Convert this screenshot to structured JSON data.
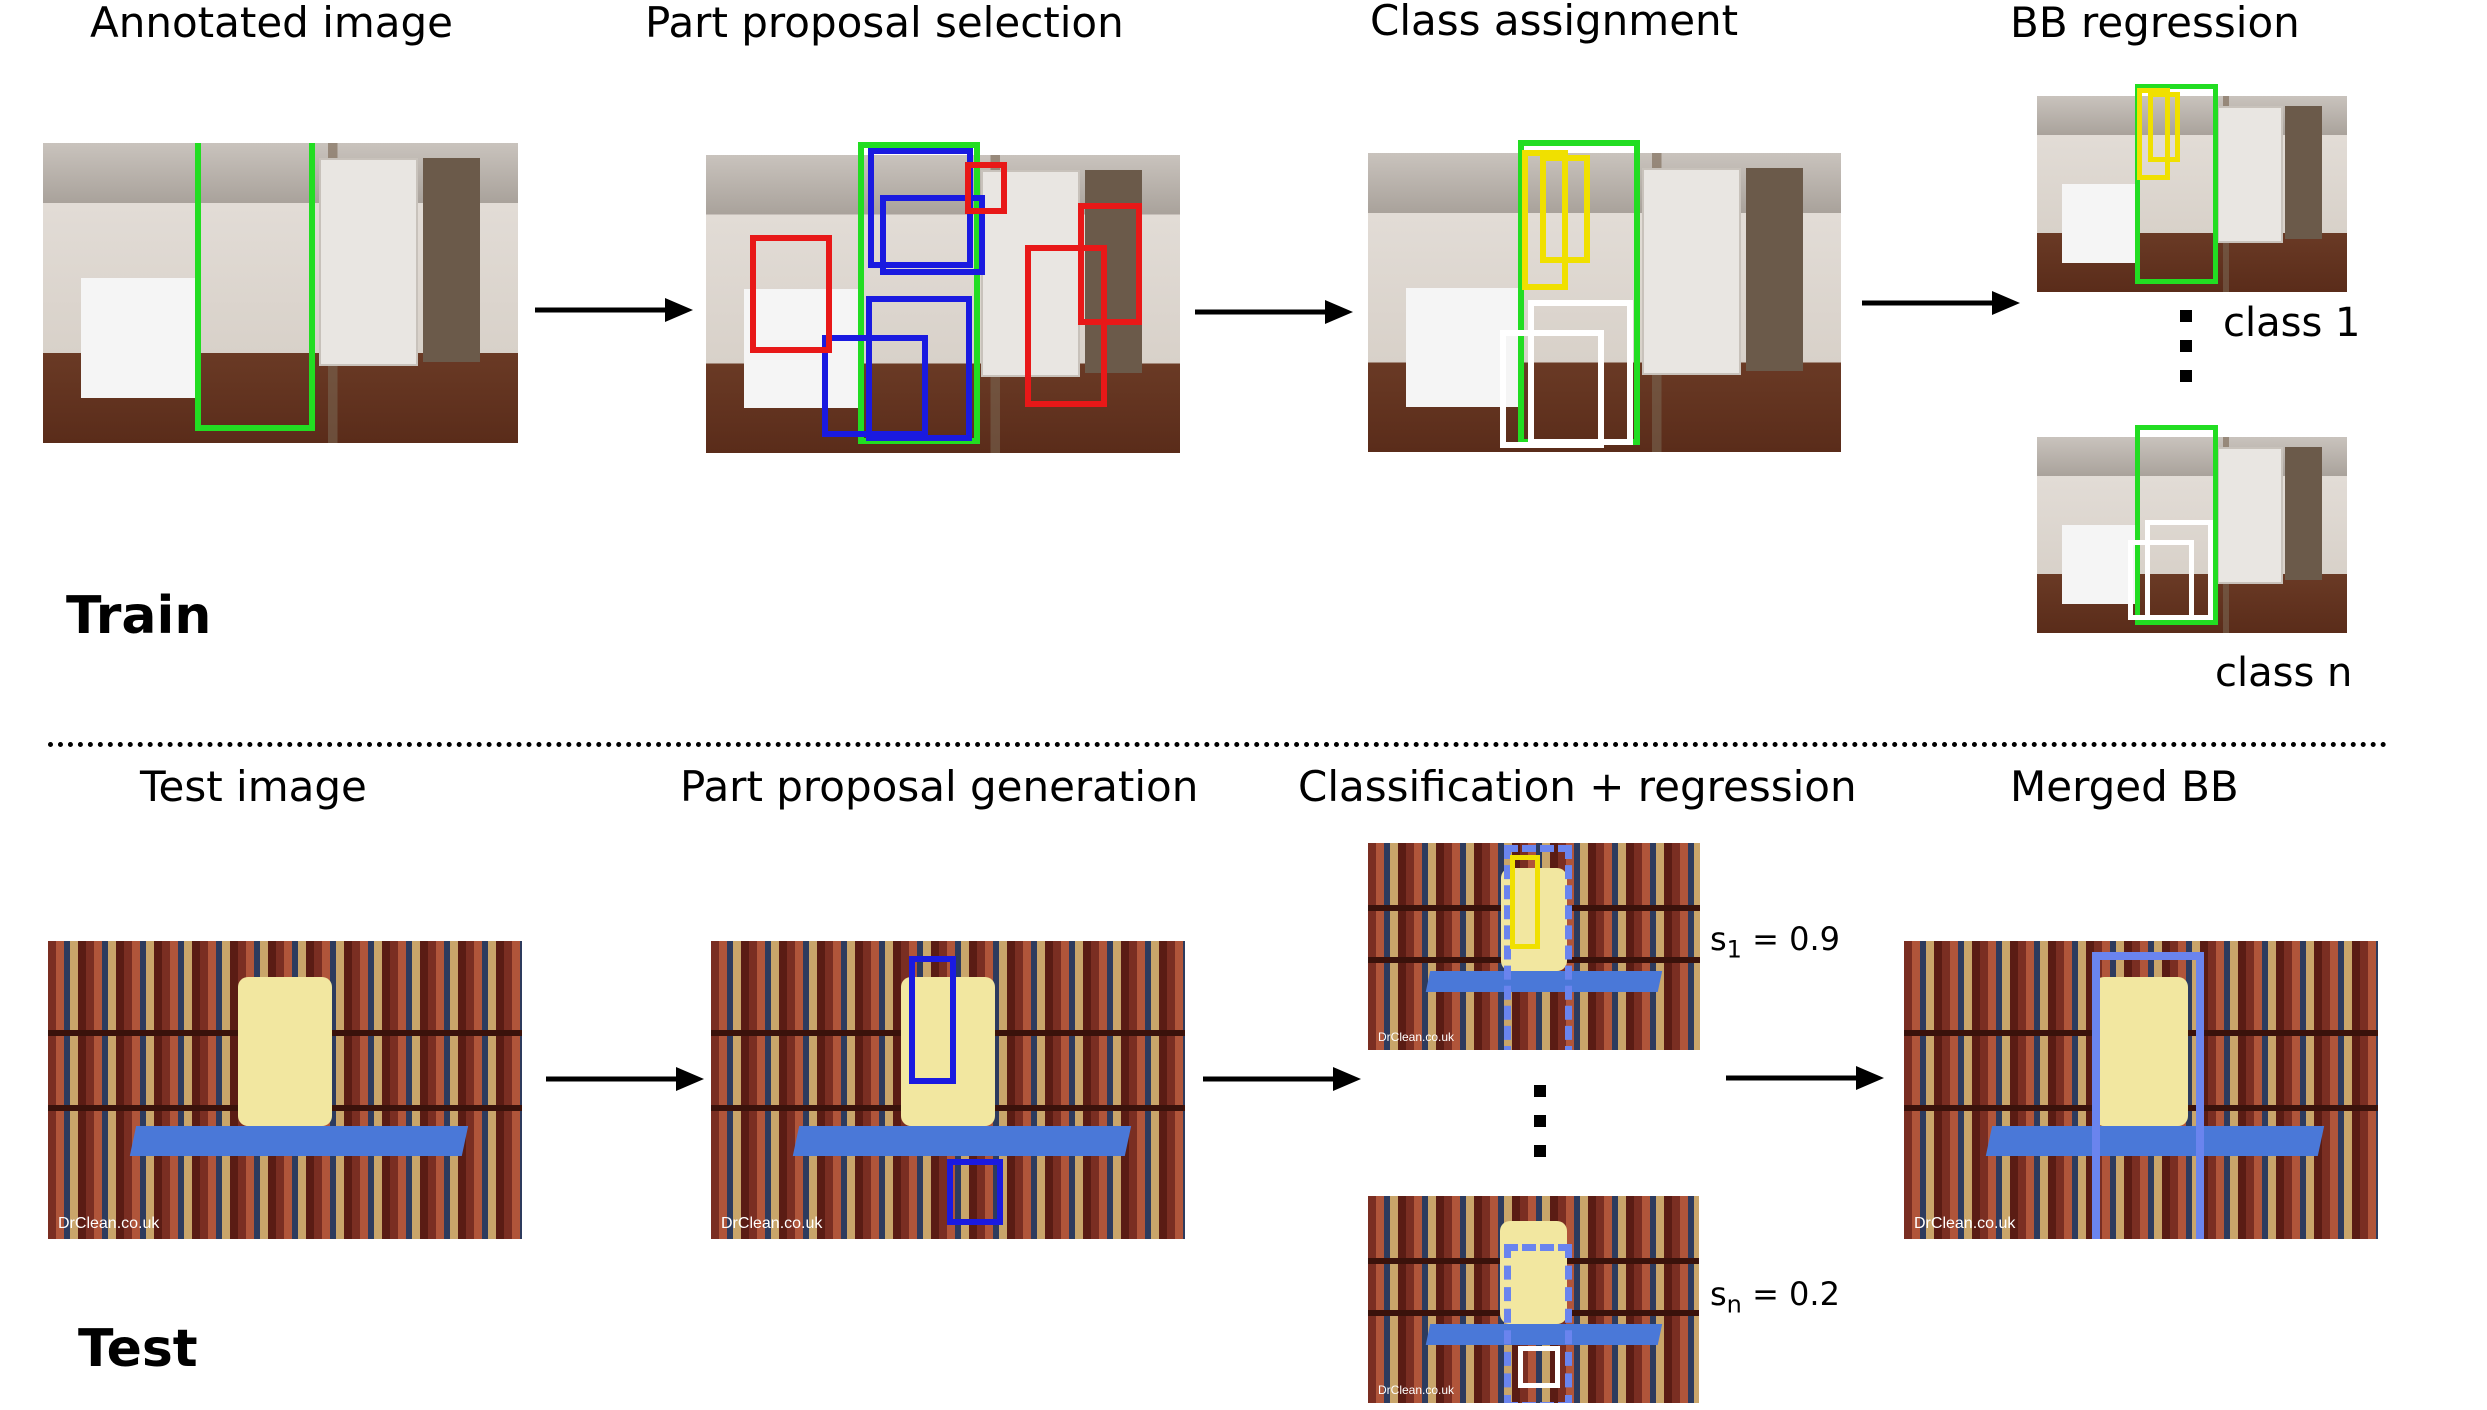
{
  "colors": {
    "gt_green": "#22dd22",
    "proposal_blue": "#1a1ae0",
    "proposal_red": "#e81818",
    "class_yellow": "#f0e000",
    "class_white": "#ffffff",
    "merged_blue": "#6a84ee"
  },
  "train": {
    "section_label": "Train",
    "titles": {
      "annotated": "Annotated image",
      "proposal_selection": "Part proposal selection",
      "class_assignment": "Class assignment",
      "bb_regression": "BB regression"
    },
    "class_labels": {
      "first": "class 1",
      "last": "class n"
    }
  },
  "test": {
    "section_label": "Test",
    "titles": {
      "test_image": "Test image",
      "proposal_generation": "Part proposal generation",
      "classification": "Classification + regression",
      "merged": "Merged BB"
    },
    "scores": {
      "s1_var": "s",
      "s1_sub": "1",
      "s1_val": " = 0.9",
      "sn_var": "s",
      "sn_sub": "n",
      "sn_val": " = 0.2"
    },
    "watermark": "DrClean.co.uk"
  }
}
